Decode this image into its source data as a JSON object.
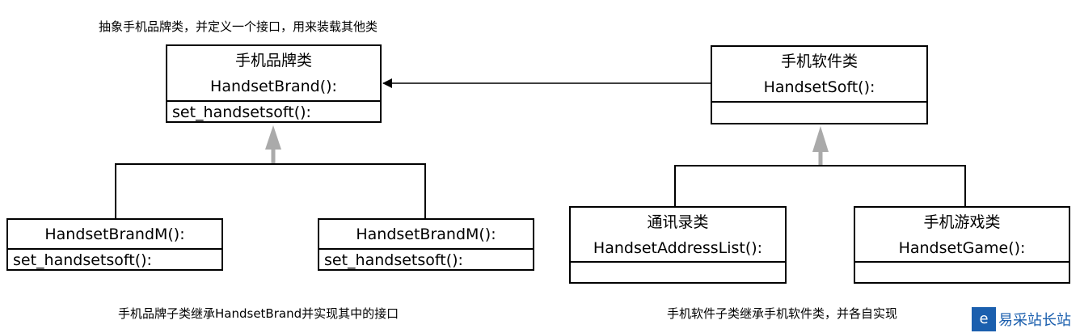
{
  "captions": {
    "top": "抽象手机品牌类，并定义一个接口，用来装载其他类",
    "bottom_left": "手机品牌子类继承HandsetBrand并实现其中的接口",
    "bottom_right": "手机软件子类继承手机软件类，并各自实现"
  },
  "boxes": {
    "brand": {
      "title": "手机品牌类",
      "ctor": "HandsetBrand():",
      "method": "set_handsetsoft():"
    },
    "soft": {
      "title": "手机软件类",
      "ctor": "HandsetSoft():",
      "method": ""
    },
    "brand_m1": {
      "ctor": "HandsetBrandM():",
      "method": "set_handsetsoft():"
    },
    "brand_m2": {
      "ctor": "HandsetBrandM():",
      "method": "set_handsetsoft():"
    },
    "address": {
      "title": "通讯录类",
      "ctor": "HandsetAddressList():",
      "method": ""
    },
    "game": {
      "title": "手机游戏类",
      "ctor": "HandsetGame():",
      "method": ""
    }
  },
  "watermark": {
    "text": "易采站长站",
    "colors": {
      "brand": "#1b5fae"
    }
  }
}
